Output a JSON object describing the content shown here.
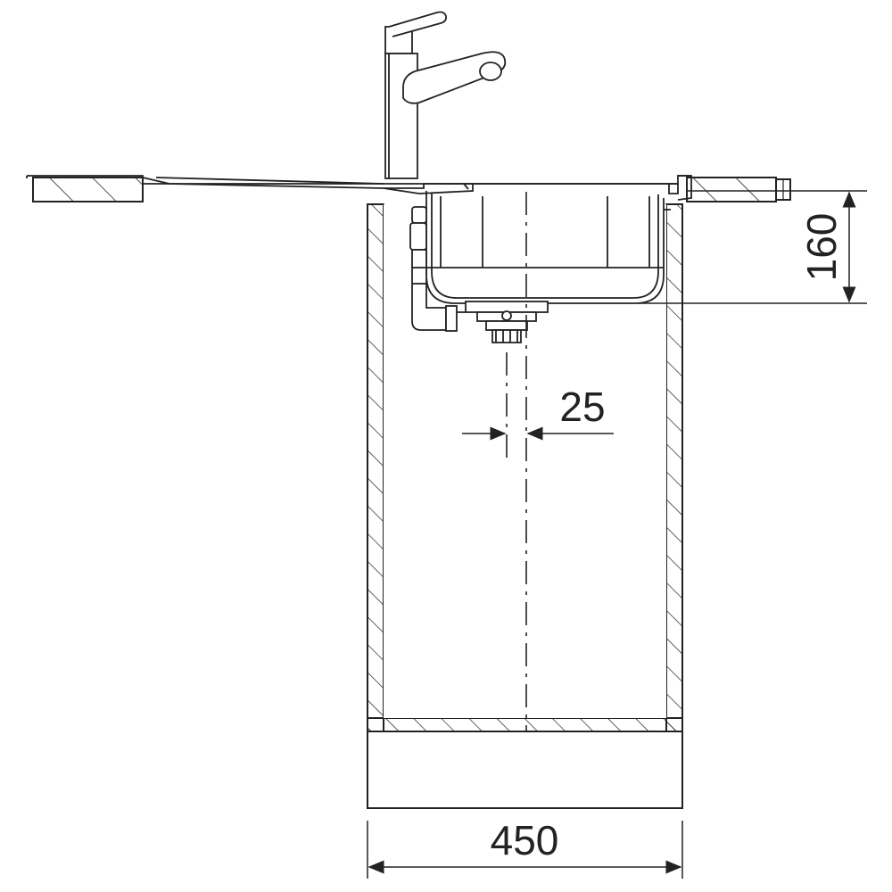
{
  "dimensions": {
    "depth_label": "160",
    "offset_label": "25",
    "width_label": "450"
  },
  "colors": {
    "line": "#222222",
    "background": "#ffffff"
  },
  "icons": {
    "faucet": "faucet-icon",
    "drain": "drain-strainer-icon",
    "overflow": "overflow-pipe-icon"
  }
}
